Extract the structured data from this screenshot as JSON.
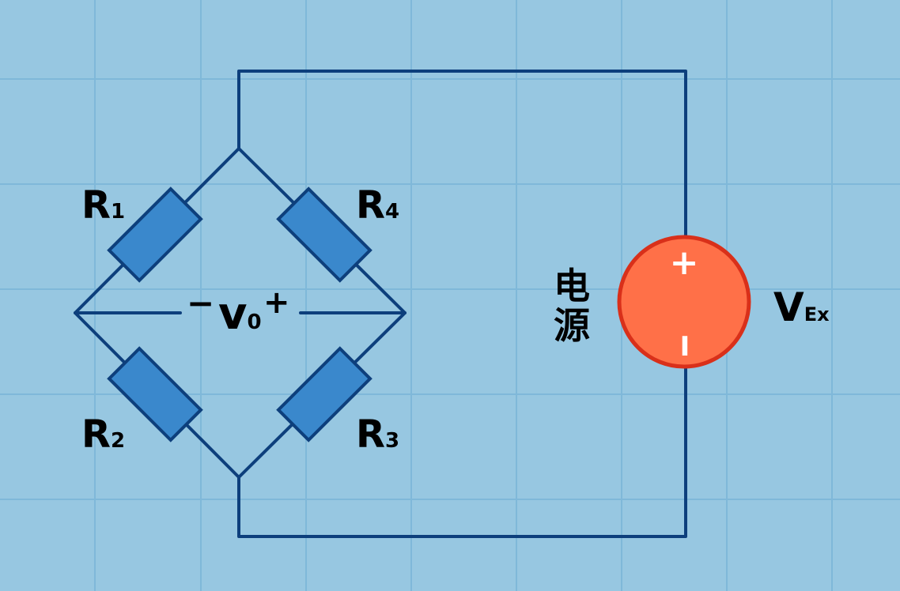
{
  "diagram": {
    "resistors": [
      {
        "main": "R",
        "sub": "1"
      },
      {
        "main": "R",
        "sub": "4"
      },
      {
        "main": "R",
        "sub": "2"
      },
      {
        "main": "R",
        "sub": "3"
      }
    ],
    "output_voltage": {
      "minus": "−",
      "main": "v",
      "sub": "0",
      "plus": "+"
    },
    "source": {
      "label_chars": [
        "电",
        "源"
      ],
      "plus": "+",
      "minus": "I",
      "voltage": {
        "main": "V",
        "sub": "Ex"
      }
    }
  },
  "colors": {
    "background": "#97c7e1",
    "grid": "#7fb8d9",
    "wire": "#0d3f7c",
    "resistor_fill": "#3a88cc",
    "source_fill": "#ff7048",
    "source_stroke": "#d9301a"
  }
}
